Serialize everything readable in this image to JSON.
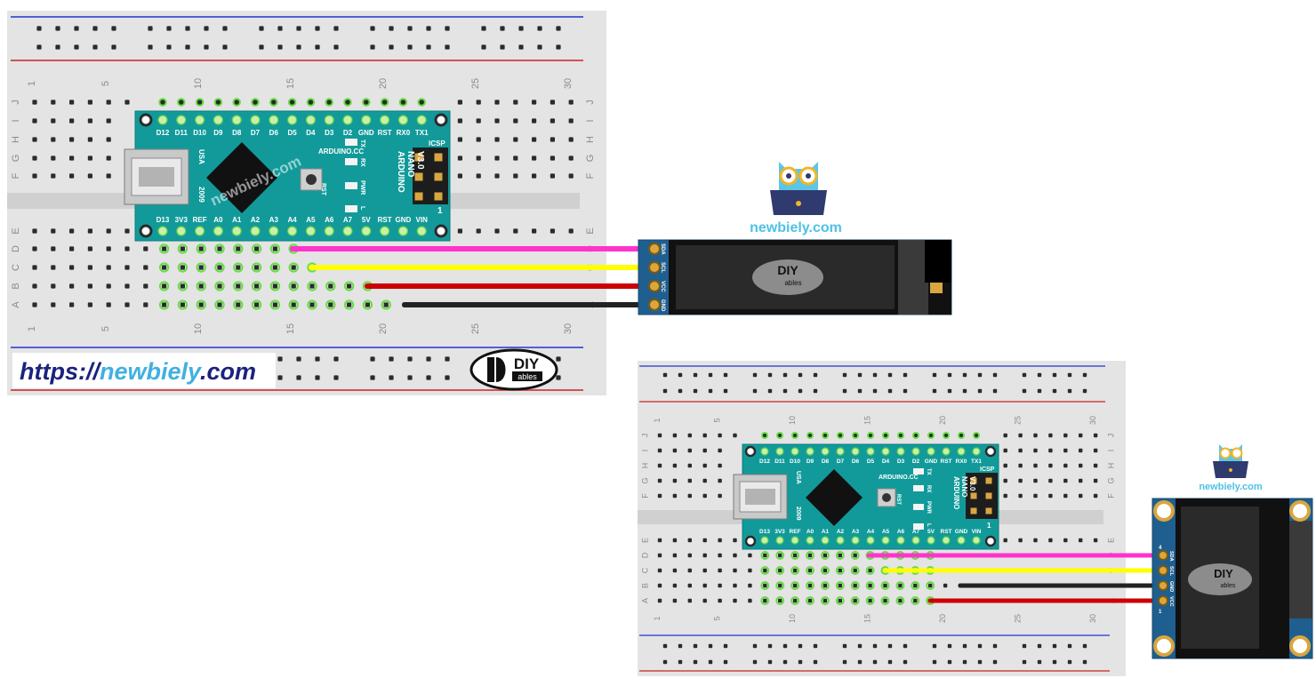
{
  "website": {
    "url_prefix": "https://",
    "url_domain": "newbiely",
    "url_suffix": ".com",
    "brand": "newbiely.com",
    "watermark": "newbiely.com"
  },
  "logo": {
    "line1": "DIY",
    "line2": "ables"
  },
  "breadboard": {
    "col_numbers": [
      "1",
      "5",
      "10",
      "15",
      "20",
      "25",
      "30"
    ],
    "rows_top": [
      "J",
      "I",
      "H",
      "G",
      "F"
    ],
    "rows_bottom": [
      "E",
      "D",
      "C",
      "B",
      "A"
    ]
  },
  "arduino": {
    "top_pins": [
      "D12",
      "D11",
      "D10",
      "D9",
      "D8",
      "D7",
      "D6",
      "D5",
      "D4",
      "D3",
      "D2",
      "GND",
      "RST",
      "RX0",
      "TX1"
    ],
    "bottom_pins": [
      "D13",
      "3V3",
      "REF",
      "A0",
      "A1",
      "A2",
      "A3",
      "A4",
      "A5",
      "A6",
      "A7",
      "5V",
      "RST",
      "GND",
      "VIN"
    ],
    "site": "ARDUINO.CC",
    "model_line1": "ARDUINO",
    "model_line2": "NANO",
    "model_line3": "V3.0",
    "usa": "USA",
    "year": "2009",
    "icsp": "ICSP",
    "icsp_pin": "1",
    "rst_btn": "RST",
    "led_tx": "TX",
    "led_rx": "RX",
    "led_pwr": "PWR",
    "led_l": "L"
  },
  "oled1": {
    "pins": [
      "SDA",
      "SCL",
      "VCC",
      "GND"
    ]
  },
  "oled2": {
    "pins": [
      "SDA",
      "SCL",
      "GND",
      "VCC"
    ],
    "pin_first": "4",
    "pin_last": "1"
  },
  "wire_colors": {
    "sda": "#ff33cc",
    "scl": "#ffff00",
    "vcc": "#cc0000",
    "gnd": "#222222"
  }
}
